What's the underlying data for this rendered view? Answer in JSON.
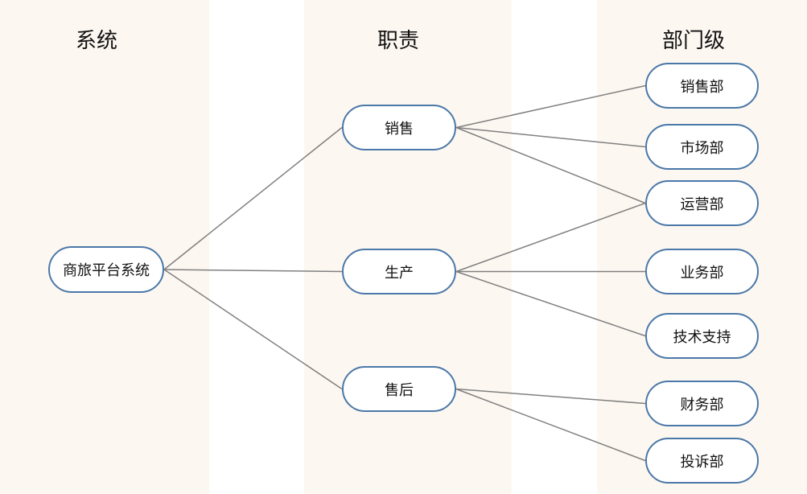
{
  "headers": {
    "system": "系统",
    "duty": "职责",
    "department": "部门级"
  },
  "nodes": {
    "root": "商旅平台系统",
    "duty_sales": "销售",
    "duty_production": "生产",
    "duty_aftersales": "售后",
    "dept_sales": "销售部",
    "dept_market": "市场部",
    "dept_operations": "运营部",
    "dept_business": "业务部",
    "dept_tech_support": "技术支持",
    "dept_finance": "财务部",
    "dept_complaints": "投诉部"
  },
  "edges": [
    [
      "root",
      "duty_sales"
    ],
    [
      "root",
      "duty_production"
    ],
    [
      "root",
      "duty_aftersales"
    ],
    [
      "duty_sales",
      "dept_sales"
    ],
    [
      "duty_sales",
      "dept_market"
    ],
    [
      "duty_sales",
      "dept_operations"
    ],
    [
      "duty_production",
      "dept_operations"
    ],
    [
      "duty_production",
      "dept_business"
    ],
    [
      "duty_production",
      "dept_tech_support"
    ],
    [
      "duty_aftersales",
      "dept_finance"
    ],
    [
      "duty_aftersales",
      "dept_complaints"
    ]
  ],
  "colors": {
    "node_border": "#4a78a8",
    "edge": "#808080",
    "band": "#fdf7f1"
  }
}
